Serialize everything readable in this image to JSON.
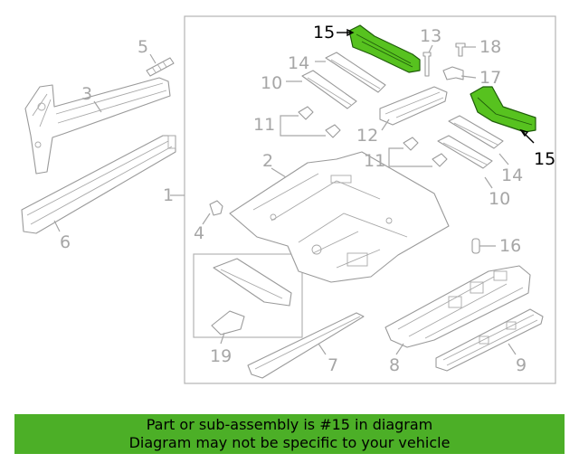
{
  "callouts": {
    "c1": "1",
    "c2": "2",
    "c3": "3",
    "c4": "4",
    "c5": "5",
    "c6": "6",
    "c7": "7",
    "c8": "8",
    "c9": "9",
    "c10a": "10",
    "c10b": "10",
    "c11a": "11",
    "c11b": "11",
    "c12": "12",
    "c13": "13",
    "c14a": "14",
    "c14b": "14",
    "c15a": "15",
    "c15b": "15",
    "c16": "16",
    "c17": "17",
    "c18": "18",
    "c19": "19"
  },
  "highlight_color": "#57c21f",
  "banner": {
    "line1": "Part or sub-assembly is #15 in diagram",
    "line2": "Diagram may not be specific to your vehicle",
    "color": "#4caf27"
  }
}
